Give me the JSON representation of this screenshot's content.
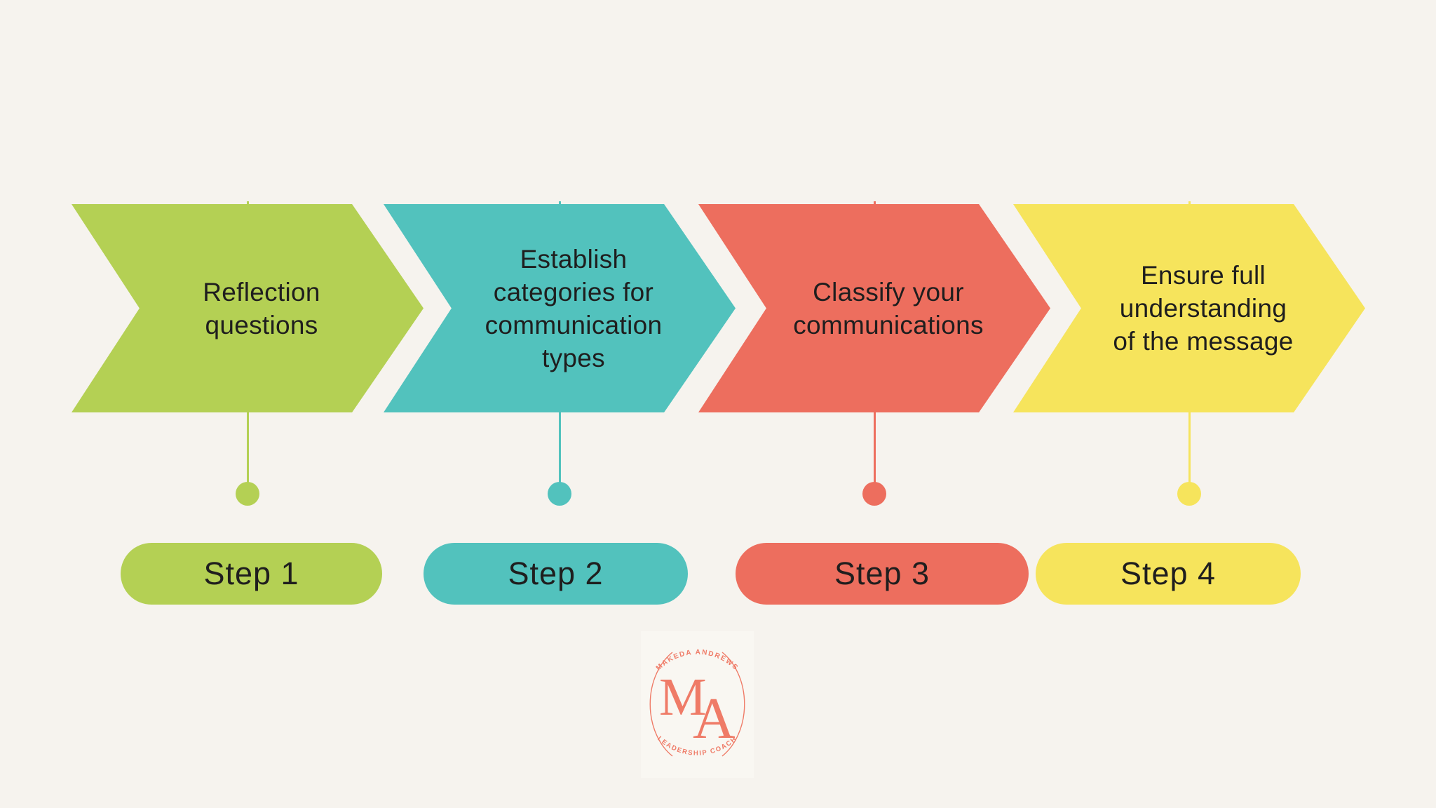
{
  "canvas": {
    "background": "#f6f3ee",
    "text_color": "#1f1e1e"
  },
  "steps": [
    {
      "label": "Step 1",
      "color": "#b4d054",
      "lines": [
        "Reflection",
        "questions"
      ]
    },
    {
      "label": "Step 2",
      "color": "#52c2bd",
      "lines": [
        "Establish",
        "categories for",
        "communication",
        "types"
      ]
    },
    {
      "label": "Step 3",
      "color": "#ed6e5e",
      "lines": [
        "Classify your",
        "communications"
      ]
    },
    {
      "label": "Step 4",
      "color": "#f6e45c",
      "lines": [
        "Ensure full",
        "understanding",
        "of the message"
      ]
    }
  ],
  "logo": {
    "arc_top": "MAKEDA ANDREWS",
    "monogram_m": "M",
    "monogram_a": "A",
    "arc_bottom": "LEADERSHIP COACH",
    "color": "#ef7b67",
    "background": "#f9f7f2"
  }
}
